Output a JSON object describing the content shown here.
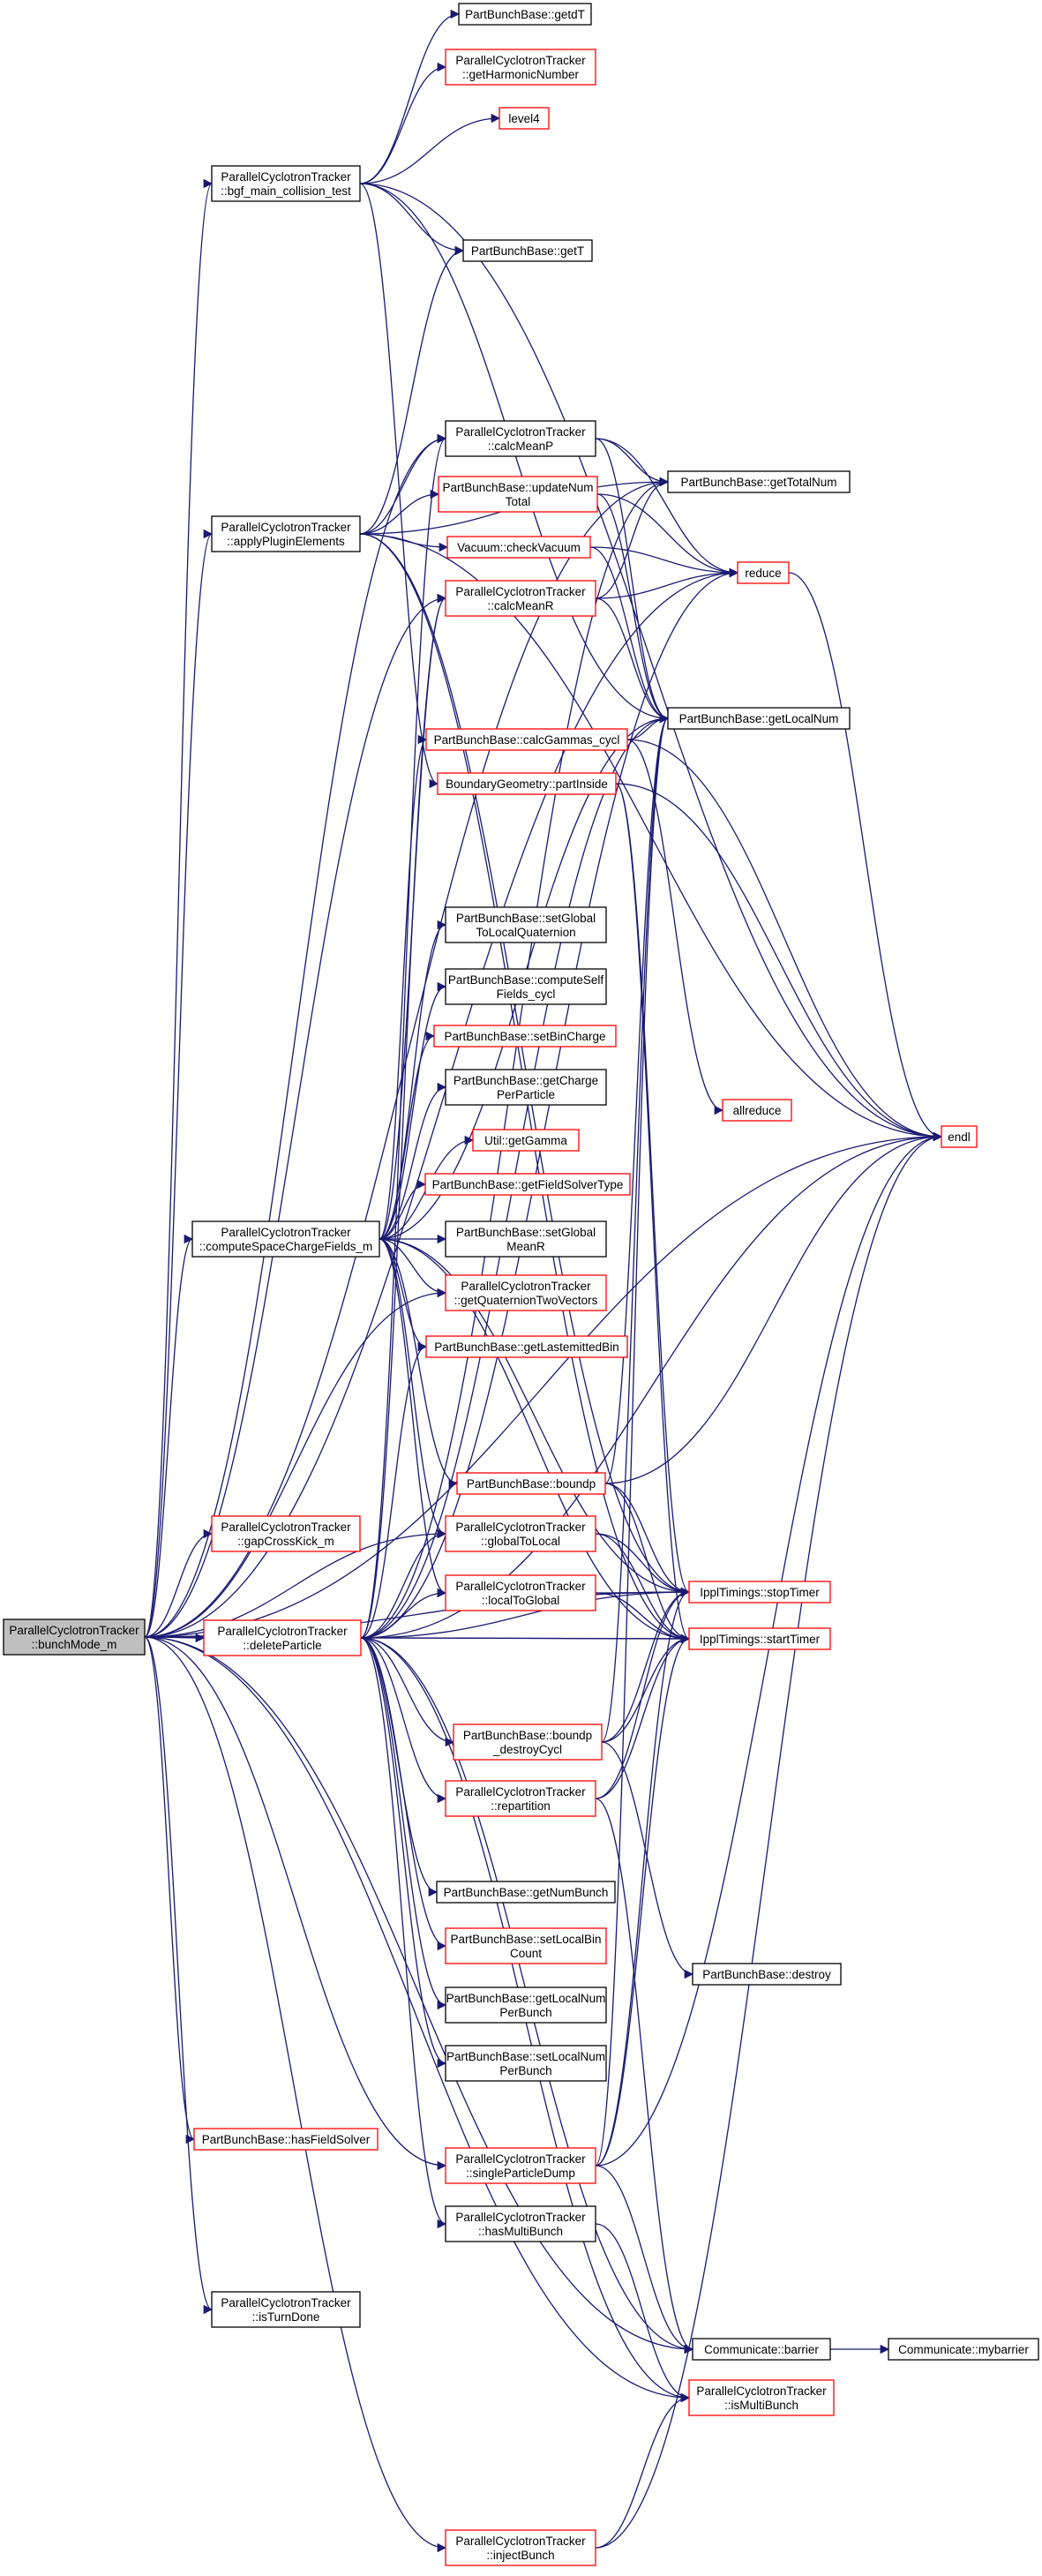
{
  "graph": {
    "title": "",
    "colors": {
      "edge": "#191970",
      "arrow": "#191970",
      "text": "#000000",
      "border_black": "#000000",
      "border_red": "#ff0000",
      "root_fill": "#bfbfbf",
      "node_fill": "#ffffff"
    },
    "nodes": [
      {
        "id": "root",
        "lines": [
          "ParallelCyclotronTracker",
          "::bunchMode_m"
        ],
        "border": "black",
        "root": true
      },
      {
        "id": "bgf",
        "lines": [
          "ParallelCyclotronTracker",
          "::bgf_main_collision_test"
        ],
        "border": "black"
      },
      {
        "id": "getdT",
        "lines": [
          "PartBunchBase::getdT"
        ],
        "border": "black"
      },
      {
        "id": "getHarmonicNumber",
        "lines": [
          "ParallelCyclotronTracker",
          "::getHarmonicNumber"
        ],
        "border": "red"
      },
      {
        "id": "level4",
        "lines": [
          "level4"
        ],
        "border": "red"
      },
      {
        "id": "getT",
        "lines": [
          "PartBunchBase::getT"
        ],
        "border": "black"
      },
      {
        "id": "calcMeanP",
        "lines": [
          "ParallelCyclotronTracker",
          "::calcMeanP"
        ],
        "border": "black"
      },
      {
        "id": "getTotalNum",
        "lines": [
          "PartBunchBase::getTotalNum"
        ],
        "border": "black"
      },
      {
        "id": "applyPlugin",
        "lines": [
          "ParallelCyclotronTracker",
          "::applyPluginElements"
        ],
        "border": "black"
      },
      {
        "id": "updateNumTotal",
        "lines": [
          "PartBunchBase::updateNum",
          "Total"
        ],
        "border": "red"
      },
      {
        "id": "checkVacuum",
        "lines": [
          "Vacuum::checkVacuum"
        ],
        "border": "red"
      },
      {
        "id": "reduce",
        "lines": [
          "reduce"
        ],
        "border": "red"
      },
      {
        "id": "calcMeanR",
        "lines": [
          "ParallelCyclotronTracker",
          "::calcMeanR"
        ],
        "border": "red"
      },
      {
        "id": "getLocalNum",
        "lines": [
          "PartBunchBase::getLocalNum"
        ],
        "border": "black"
      },
      {
        "id": "calcGammas",
        "lines": [
          "PartBunchBase::calcGammas_cycl"
        ],
        "border": "red"
      },
      {
        "id": "partInside",
        "lines": [
          "BoundaryGeometry::partInside"
        ],
        "border": "red"
      },
      {
        "id": "setGlobalToLocalQ",
        "lines": [
          "PartBunchBase::setGlobal",
          "ToLocalQuaternion"
        ],
        "border": "black"
      },
      {
        "id": "computeSelfFields",
        "lines": [
          "PartBunchBase::computeSelf",
          "Fields_cycl"
        ],
        "border": "black"
      },
      {
        "id": "setBinCharge",
        "lines": [
          "PartBunchBase::setBinCharge"
        ],
        "border": "red"
      },
      {
        "id": "getChargePerParticle",
        "lines": [
          "PartBunchBase::getCharge",
          "PerParticle"
        ],
        "border": "black"
      },
      {
        "id": "allreduce",
        "lines": [
          "allreduce"
        ],
        "border": "red"
      },
      {
        "id": "getGamma",
        "lines": [
          "Util::getGamma"
        ],
        "border": "red"
      },
      {
        "id": "endl",
        "lines": [
          "endl"
        ],
        "border": "red"
      },
      {
        "id": "getFieldSolverType",
        "lines": [
          "PartBunchBase::getFieldSolverType"
        ],
        "border": "red"
      },
      {
        "id": "computeSCF",
        "lines": [
          "ParallelCyclotronTracker",
          "::computeSpaceChargeFields_m"
        ],
        "border": "black"
      },
      {
        "id": "setGlobalMeanR",
        "lines": [
          "PartBunchBase::setGlobal",
          "MeanR"
        ],
        "border": "black"
      },
      {
        "id": "getQuaternion",
        "lines": [
          "ParallelCyclotronTracker",
          "::getQuaternionTwoVectors"
        ],
        "border": "red"
      },
      {
        "id": "getLastEmitted",
        "lines": [
          "PartBunchBase::getLastemittedBin"
        ],
        "border": "red"
      },
      {
        "id": "boundp",
        "lines": [
          "PartBunchBase::boundp"
        ],
        "border": "red"
      },
      {
        "id": "gapCrossKick",
        "lines": [
          "ParallelCyclotronTracker",
          "::gapCrossKick_m"
        ],
        "border": "red"
      },
      {
        "id": "globalToLocal",
        "lines": [
          "ParallelCyclotronTracker",
          "::globalToLocal"
        ],
        "border": "red"
      },
      {
        "id": "stopTimer",
        "lines": [
          "IpplTimings::stopTimer"
        ],
        "border": "red"
      },
      {
        "id": "localToGlobal",
        "lines": [
          "ParallelCyclotronTracker",
          "::localToGlobal"
        ],
        "border": "red"
      },
      {
        "id": "deleteParticle",
        "lines": [
          "ParallelCyclotronTracker",
          "::deleteParticle"
        ],
        "border": "red"
      },
      {
        "id": "startTimer",
        "lines": [
          "IpplTimings::startTimer"
        ],
        "border": "red"
      },
      {
        "id": "boundpDestroy",
        "lines": [
          "PartBunchBase::boundp",
          "_destroyCycl"
        ],
        "border": "red"
      },
      {
        "id": "repartition",
        "lines": [
          "ParallelCyclotronTracker",
          "::repartition"
        ],
        "border": "red"
      },
      {
        "id": "getNumBunch",
        "lines": [
          "PartBunchBase::getNumBunch"
        ],
        "border": "black"
      },
      {
        "id": "setLocalBinCount",
        "lines": [
          "PartBunchBase::setLocalBin",
          "Count"
        ],
        "border": "red"
      },
      {
        "id": "destroy",
        "lines": [
          "PartBunchBase::destroy"
        ],
        "border": "black"
      },
      {
        "id": "getLocalNumPerBunch",
        "lines": [
          "PartBunchBase::getLocalNum",
          "PerBunch"
        ],
        "border": "black"
      },
      {
        "id": "setLocalNumPerBunch",
        "lines": [
          "PartBunchBase::setLocalNum",
          "PerBunch"
        ],
        "border": "black"
      },
      {
        "id": "hasFieldSolver",
        "lines": [
          "PartBunchBase::hasFieldSolver"
        ],
        "border": "red"
      },
      {
        "id": "singleParticleDump",
        "lines": [
          "ParallelCyclotronTracker",
          "::singleParticleDump"
        ],
        "border": "red"
      },
      {
        "id": "hasMultiBunch",
        "lines": [
          "ParallelCyclotronTracker",
          "::hasMultiBunch"
        ],
        "border": "black"
      },
      {
        "id": "isTurnDone",
        "lines": [
          "ParallelCyclotronTracker",
          "::isTurnDone"
        ],
        "border": "black"
      },
      {
        "id": "barrier",
        "lines": [
          "Communicate::barrier"
        ],
        "border": "black"
      },
      {
        "id": "mybarrier",
        "lines": [
          "Communicate::mybarrier"
        ],
        "border": "black"
      },
      {
        "id": "isMultiBunch",
        "lines": [
          "ParallelCyclotronTracker",
          "::isMultiBunch"
        ],
        "border": "red"
      },
      {
        "id": "injectBunch",
        "lines": [
          "ParallelCyclotronTracker",
          "::injectBunch"
        ],
        "border": "red"
      }
    ],
    "edges": [
      [
        "root",
        "bgf"
      ],
      [
        "root",
        "applyPlugin"
      ],
      [
        "root",
        "calcMeanP"
      ],
      [
        "root",
        "getTotalNum"
      ],
      [
        "root",
        "reduce"
      ],
      [
        "root",
        "calcMeanR"
      ],
      [
        "root",
        "computeSCF"
      ],
      [
        "root",
        "gapCrossKick"
      ],
      [
        "root",
        "getQuaternion"
      ],
      [
        "root",
        "globalToLocal"
      ],
      [
        "root",
        "deleteParticle"
      ],
      [
        "root",
        "startTimer"
      ],
      [
        "root",
        "stopTimer"
      ],
      [
        "root",
        "endl"
      ],
      [
        "root",
        "hasFieldSolver"
      ],
      [
        "root",
        "singleParticleDump"
      ],
      [
        "root",
        "isTurnDone"
      ],
      [
        "root",
        "barrier"
      ],
      [
        "root",
        "isMultiBunch"
      ],
      [
        "root",
        "injectBunch"
      ],
      [
        "bgf",
        "getdT"
      ],
      [
        "bgf",
        "getHarmonicNumber"
      ],
      [
        "bgf",
        "level4"
      ],
      [
        "bgf",
        "getT"
      ],
      [
        "bgf",
        "endl"
      ],
      [
        "bgf",
        "partInside"
      ],
      [
        "bgf",
        "getLocalNum"
      ],
      [
        "applyPlugin",
        "getT"
      ],
      [
        "applyPlugin",
        "getTotalNum"
      ],
      [
        "applyPlugin",
        "updateNumTotal"
      ],
      [
        "applyPlugin",
        "checkVacuum"
      ],
      [
        "applyPlugin",
        "calcMeanP"
      ],
      [
        "applyPlugin",
        "endl"
      ],
      [
        "applyPlugin",
        "stopTimer"
      ],
      [
        "applyPlugin",
        "startTimer"
      ],
      [
        "calcMeanP",
        "getTotalNum"
      ],
      [
        "calcMeanP",
        "reduce"
      ],
      [
        "calcMeanP",
        "getLocalNum"
      ],
      [
        "updateNumTotal",
        "reduce"
      ],
      [
        "updateNumTotal",
        "getLocalNum"
      ],
      [
        "checkVacuum",
        "reduce"
      ],
      [
        "checkVacuum",
        "getLocalNum"
      ],
      [
        "calcMeanR",
        "getTotalNum"
      ],
      [
        "calcMeanR",
        "reduce"
      ],
      [
        "calcMeanR",
        "getLocalNum"
      ],
      [
        "reduce",
        "endl"
      ],
      [
        "calcGammas",
        "getLocalNum"
      ],
      [
        "calcGammas",
        "allreduce"
      ],
      [
        "calcGammas",
        "endl"
      ],
      [
        "partInside",
        "endl"
      ],
      [
        "partInside",
        "stopTimer"
      ],
      [
        "partInside",
        "startTimer"
      ],
      [
        "computeSCF",
        "setGlobalToLocalQ"
      ],
      [
        "computeSCF",
        "computeSelfFields"
      ],
      [
        "computeSCF",
        "setBinCharge"
      ],
      [
        "computeSCF",
        "getChargePerParticle"
      ],
      [
        "computeSCF",
        "getGamma"
      ],
      [
        "computeSCF",
        "getFieldSolverType"
      ],
      [
        "computeSCF",
        "setGlobalMeanR"
      ],
      [
        "computeSCF",
        "getQuaternion"
      ],
      [
        "computeSCF",
        "getLastEmitted"
      ],
      [
        "computeSCF",
        "boundp"
      ],
      [
        "computeSCF",
        "globalToLocal"
      ],
      [
        "computeSCF",
        "localToGlobal"
      ],
      [
        "computeSCF",
        "calcGammas"
      ],
      [
        "computeSCF",
        "calcMeanR"
      ],
      [
        "computeSCF",
        "getLocalNum"
      ],
      [
        "computeSCF",
        "stopTimer"
      ],
      [
        "computeSCF",
        "startTimer"
      ],
      [
        "boundp",
        "getLocalNum"
      ],
      [
        "boundp",
        "endl"
      ],
      [
        "boundp",
        "stopTimer"
      ],
      [
        "boundp",
        "startTimer"
      ],
      [
        "globalToLocal",
        "stopTimer"
      ],
      [
        "globalToLocal",
        "startTimer"
      ],
      [
        "localToGlobal",
        "stopTimer"
      ],
      [
        "localToGlobal",
        "startTimer"
      ],
      [
        "deleteParticle",
        "calcMeanP"
      ],
      [
        "deleteParticle",
        "calcMeanR"
      ],
      [
        "deleteParticle",
        "getTotalNum"
      ],
      [
        "deleteParticle",
        "getLocalNum"
      ],
      [
        "deleteParticle",
        "reduce"
      ],
      [
        "deleteParticle",
        "boundpDestroy"
      ],
      [
        "deleteParticle",
        "repartition"
      ],
      [
        "deleteParticle",
        "getNumBunch"
      ],
      [
        "deleteParticle",
        "setLocalBinCount"
      ],
      [
        "deleteParticle",
        "getLocalNumPerBunch"
      ],
      [
        "deleteParticle",
        "setLocalNumPerBunch"
      ],
      [
        "deleteParticle",
        "hasMultiBunch"
      ],
      [
        "deleteParticle",
        "globalToLocal"
      ],
      [
        "deleteParticle",
        "localToGlobal"
      ],
      [
        "deleteParticle",
        "getLastEmitted"
      ],
      [
        "deleteParticle",
        "stopTimer"
      ],
      [
        "deleteParticle",
        "startTimer"
      ],
      [
        "deleteParticle",
        "endl"
      ],
      [
        "deleteParticle",
        "barrier"
      ],
      [
        "deleteParticle",
        "isMultiBunch"
      ],
      [
        "boundpDestroy",
        "getLocalNum"
      ],
      [
        "boundpDestroy",
        "destroy"
      ],
      [
        "boundpDestroy",
        "stopTimer"
      ],
      [
        "boundpDestroy",
        "startTimer"
      ],
      [
        "repartition",
        "stopTimer"
      ],
      [
        "repartition",
        "startTimer"
      ],
      [
        "repartition",
        "barrier"
      ],
      [
        "singleParticleDump",
        "getLocalNum"
      ],
      [
        "singleParticleDump",
        "stopTimer"
      ],
      [
        "singleParticleDump",
        "startTimer"
      ],
      [
        "singleParticleDump",
        "barrier"
      ],
      [
        "singleParticleDump",
        "endl"
      ],
      [
        "hasMultiBunch",
        "isMultiBunch"
      ],
      [
        "barrier",
        "mybarrier"
      ],
      [
        "injectBunch",
        "isMultiBunch"
      ],
      [
        "injectBunch",
        "endl"
      ]
    ]
  }
}
